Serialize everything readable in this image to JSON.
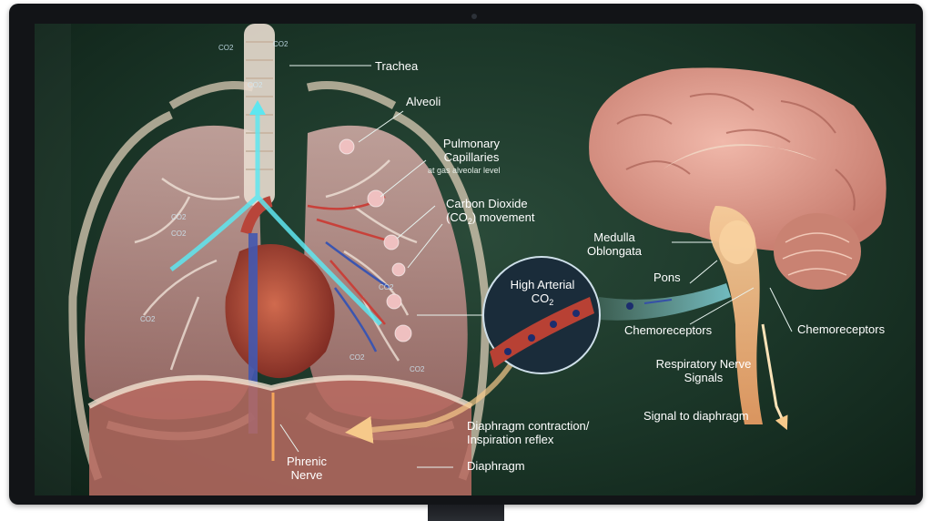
{
  "labels": {
    "trachea": "Trachea",
    "alveoli": "Alveoli",
    "pulmonary_capillaries": "Pulmonary Capillaries",
    "pulmonary_note": "at gas alveolar level",
    "carbon_dioxide_line1": "Carbon Dioxide",
    "carbon_dioxide_open": "(CO",
    "carbon_dioxide_sub": "2",
    "carbon_dioxide_close": ") movement",
    "medulla": "Medulla Oblongata",
    "pons": "Pons",
    "high_arterial": "High Arterial",
    "high_arterial_co": "CO",
    "high_arterial_sub": "2",
    "chemoreceptors_left": "Chemoreceptors",
    "chemoreceptors_right": "Chemoreceptors",
    "respiratory_nerve_signals": "Respiratory Nerve Signals",
    "signal_to_diaphragm": "Signal to diaphragm",
    "diaphragm_contraction": "Diaphragm contraction/ Inspiration reflex",
    "phrenic_nerve": "Phrenic Nerve",
    "diaphragm": "Diaphragm"
  },
  "co2_marker": "CO2",
  "colors": {
    "background": "#1b3628",
    "lung": "#c79a96",
    "airflow_arrow": "#5ee6f0",
    "capillary_red": "#c8413a",
    "capillary_blue": "#3b55b0",
    "brain": "#e4a295",
    "brainstem": "#f2c08a",
    "nerve_signal": "#f6c98a"
  }
}
